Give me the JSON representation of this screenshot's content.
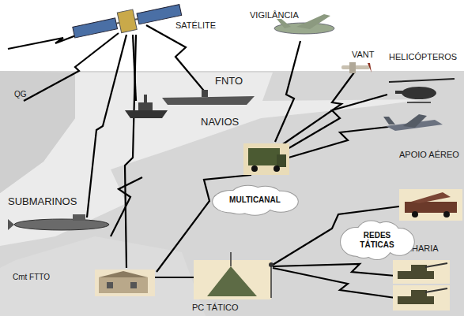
{
  "diagram": {
    "nodes": [
      {
        "text": [
          "MULTICANAL"
        ]
      },
      {
        "text": [
          "REDES TÁTICAS"
        ]
      }
    ],
    "labels": [
      "SATÉLITE",
      "VIGILÂNCIA",
      "VANT",
      "HELICÓPTEROS",
      "FNTO",
      "QG",
      "NAVIOS",
      "APOIO AÉREO",
      "SUBMARINOS",
      "ARTILHARIA",
      "Cmt FTTO",
      "PC TÁTICO"
    ]
  }
}
